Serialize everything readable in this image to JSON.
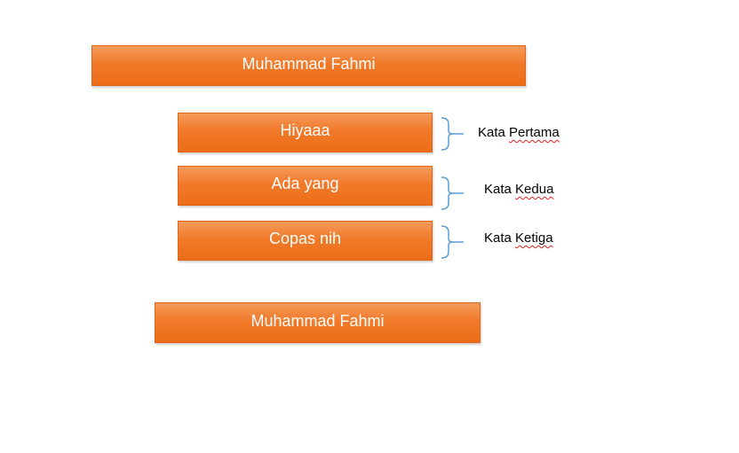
{
  "boxes": {
    "top": "Muhammad Fahmi",
    "word1": "Hiyaaa",
    "word2": "Ada yang",
    "word3": "Copas nih",
    "bottom": "Muhammad Fahmi"
  },
  "notes": [
    {
      "prefix": "Kata",
      "word": "Pertama"
    },
    {
      "prefix": "Kata",
      "word": "Kedua"
    },
    {
      "prefix": "Kata",
      "word": "Ketiga"
    }
  ],
  "colors": {
    "box_fill": "#ec6d17",
    "box_text": "#ffffff",
    "brace": "#5b9bd5",
    "spellcheck": "#e02020"
  },
  "icons": [
    "right-curly-brace-icon"
  ]
}
